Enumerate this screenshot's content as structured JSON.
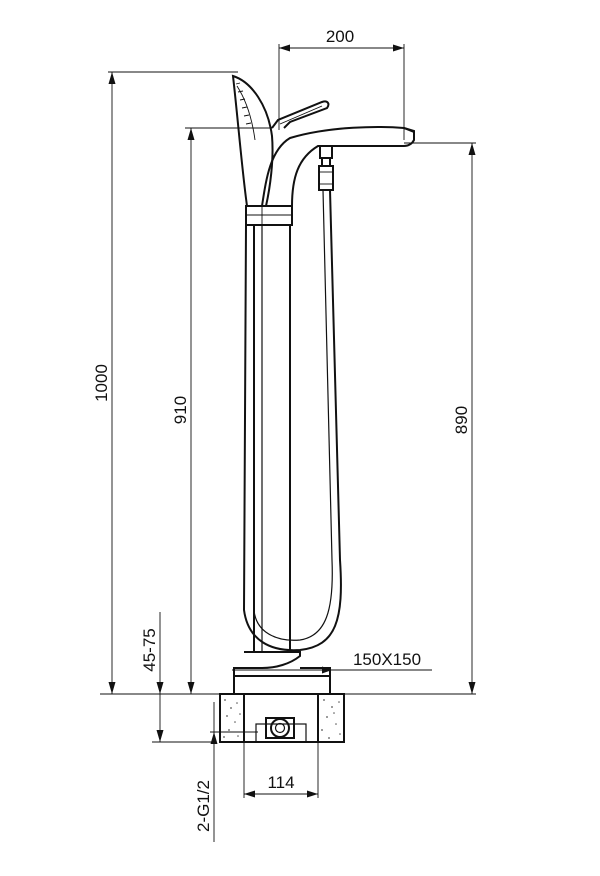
{
  "drawing": {
    "dimensions": {
      "spout_reach": "200",
      "total_height": "1000",
      "handle_height": "910",
      "spout_height": "890",
      "floor_depth": "45-75",
      "base_plate": "150X150",
      "connector_width": "114",
      "inlet_thread": "2-G1/2"
    },
    "colors": {
      "line": "#111111",
      "background": "#ffffff",
      "concrete_dots": "#555555"
    }
  }
}
